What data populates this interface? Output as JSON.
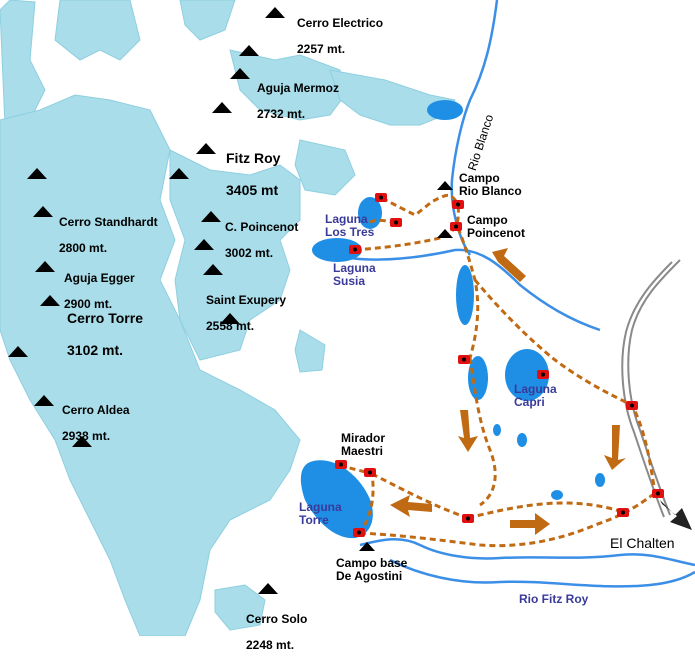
{
  "colors": {
    "glacier": "#a8dde9",
    "lake": "#1f8fe6",
    "river": "#3c8fe6",
    "trail": "#c06a14",
    "arrow": "#c06a14",
    "camp": "#e01010",
    "peak": "#000000",
    "road": "#8a8a8a",
    "water_label": "#3a3a9a"
  },
  "peaks": [
    {
      "name": "Cerro Electrico",
      "alt": "2257 mt."
    },
    {
      "name": "Aguja Mermoz",
      "alt": "2732 mt."
    },
    {
      "name": "Fitz Roy",
      "alt": "3405 mt"
    },
    {
      "name": "Cerro Standhardt",
      "alt": "2800 mt."
    },
    {
      "name": "C. Poincenot",
      "alt": "3002 mt."
    },
    {
      "name": "Aguja Egger",
      "alt": "2900 mt."
    },
    {
      "name": "Saint Exupery",
      "alt": "2558 mt."
    },
    {
      "name": "Cerro Torre",
      "alt": "3102 mt."
    },
    {
      "name": "Cerro Aldea",
      "alt": "2938 mt."
    },
    {
      "name": "Cerro Solo",
      "alt": "2248 mt."
    }
  ],
  "lakes": [
    {
      "name": "Laguna\nLos Tres"
    },
    {
      "name": "Laguna\nSusia"
    },
    {
      "name": "Laguna\nCapri"
    },
    {
      "name": "Laguna\nTorre"
    }
  ],
  "rivers": {
    "blanco": "Rio Blanco",
    "fitz_roy": "Rio Fitz Roy"
  },
  "places": {
    "campo_rio_blanco": "Campo\nRio Blanco",
    "campo_poincenot": "Campo\nPoincenot",
    "mirador_maestri": "Mirador\nMaestri",
    "campo_de_agostini": "Campo base\nDe Agostini",
    "el_chalten": "El Chalten"
  },
  "icons": {
    "peak": "peak-triangle-icon",
    "camp": "campsite-icon",
    "direction": "direction-arrow-icon"
  }
}
